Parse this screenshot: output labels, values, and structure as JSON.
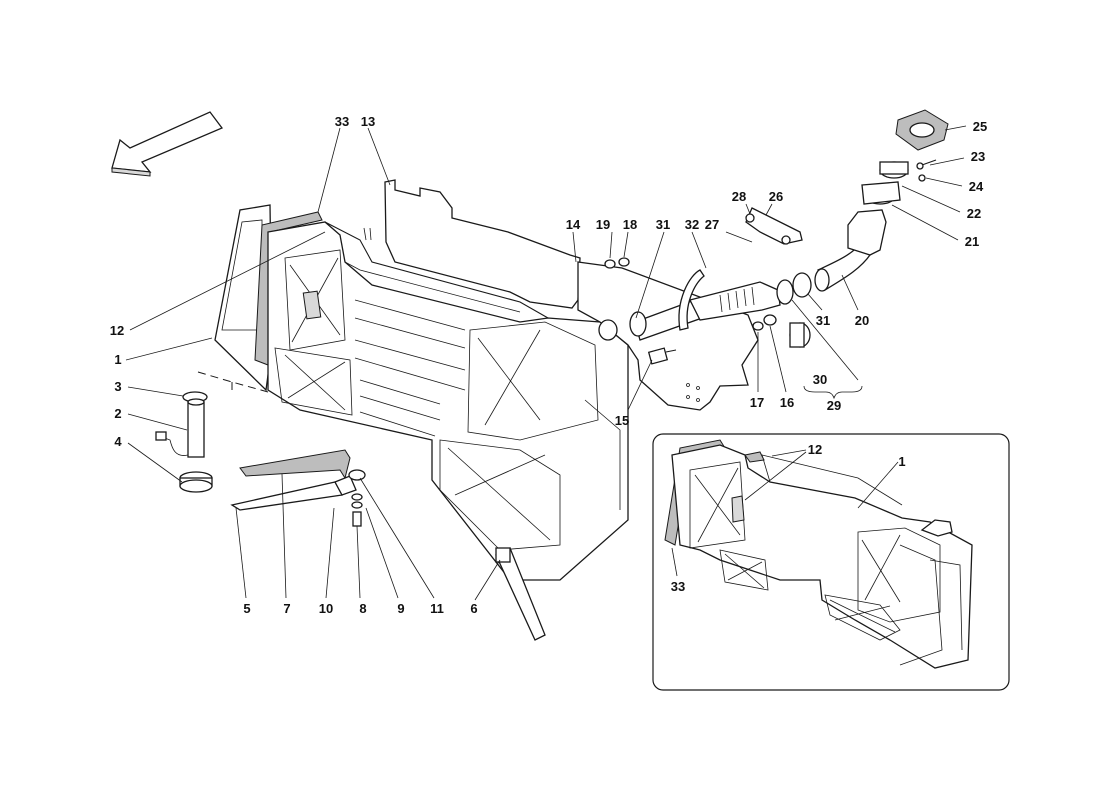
{
  "diagram": {
    "callouts": [
      {
        "id": "c33a",
        "text": "33"
      },
      {
        "id": "c13",
        "text": "13"
      },
      {
        "id": "c14",
        "text": "14"
      },
      {
        "id": "c19",
        "text": "19"
      },
      {
        "id": "c18",
        "text": "18"
      },
      {
        "id": "c31a",
        "text": "31"
      },
      {
        "id": "c32",
        "text": "32"
      },
      {
        "id": "c27",
        "text": "27"
      },
      {
        "id": "c28",
        "text": "28"
      },
      {
        "id": "c26",
        "text": "26"
      },
      {
        "id": "c25",
        "text": "25"
      },
      {
        "id": "c23",
        "text": "23"
      },
      {
        "id": "c24",
        "text": "24"
      },
      {
        "id": "c22",
        "text": "22"
      },
      {
        "id": "c21",
        "text": "21"
      },
      {
        "id": "c20",
        "text": "20"
      },
      {
        "id": "c31b",
        "text": "31"
      },
      {
        "id": "c30",
        "text": "30"
      },
      {
        "id": "c29",
        "text": "29"
      },
      {
        "id": "c16",
        "text": "16"
      },
      {
        "id": "c17",
        "text": "17"
      },
      {
        "id": "c15",
        "text": "15"
      },
      {
        "id": "c12a",
        "text": "12"
      },
      {
        "id": "c1a",
        "text": "1"
      },
      {
        "id": "c3",
        "text": "3"
      },
      {
        "id": "c2",
        "text": "2"
      },
      {
        "id": "c4",
        "text": "4"
      },
      {
        "id": "c5",
        "text": "5"
      },
      {
        "id": "c7",
        "text": "7"
      },
      {
        "id": "c10",
        "text": "10"
      },
      {
        "id": "c8",
        "text": "8"
      },
      {
        "id": "c9",
        "text": "9"
      },
      {
        "id": "c11",
        "text": "11"
      },
      {
        "id": "c6",
        "text": "6"
      },
      {
        "id": "c12b",
        "text": "12"
      },
      {
        "id": "c1b",
        "text": "1"
      },
      {
        "id": "c33b",
        "text": "33"
      }
    ]
  }
}
